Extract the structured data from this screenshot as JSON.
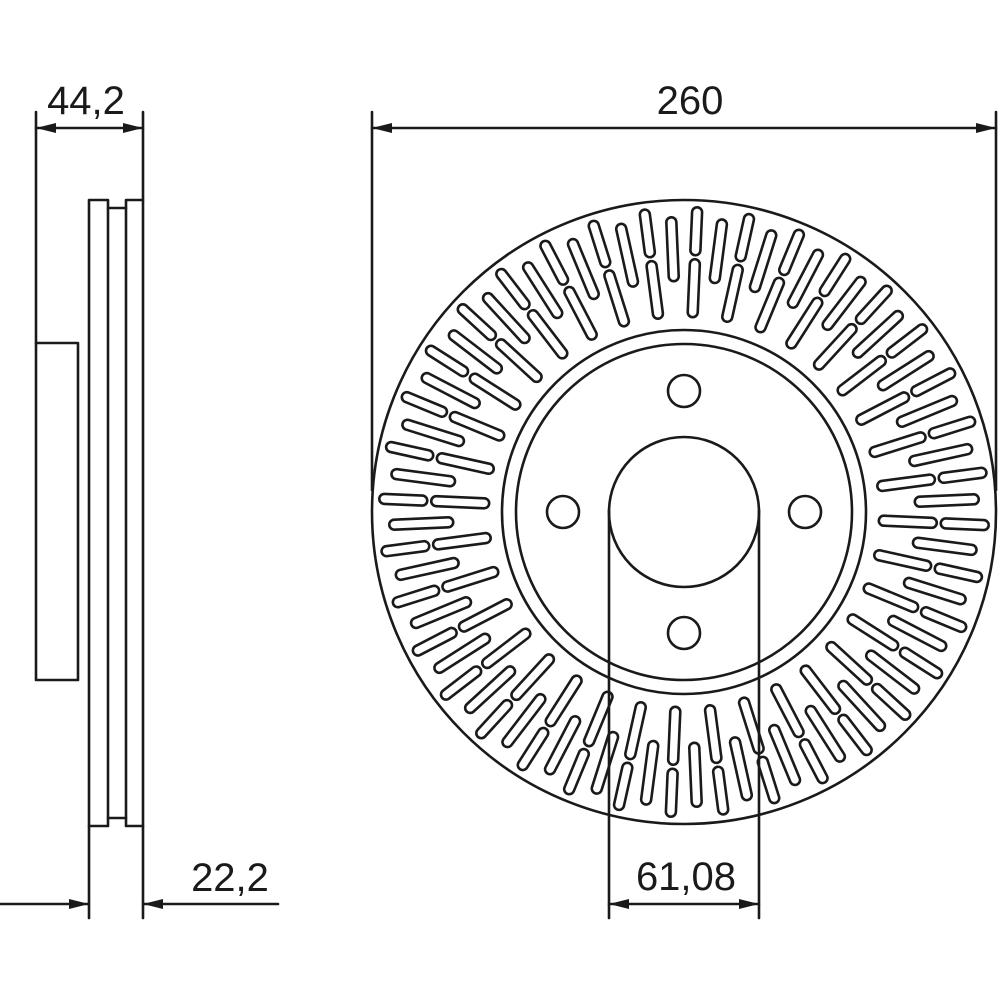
{
  "dimensions": {
    "overall_height": "44,2",
    "disc_thickness": "22,2",
    "outer_diameter": "260",
    "center_bore": "61,08"
  },
  "colors": {
    "line": "#1a1a1a",
    "background": "#ffffff"
  }
}
